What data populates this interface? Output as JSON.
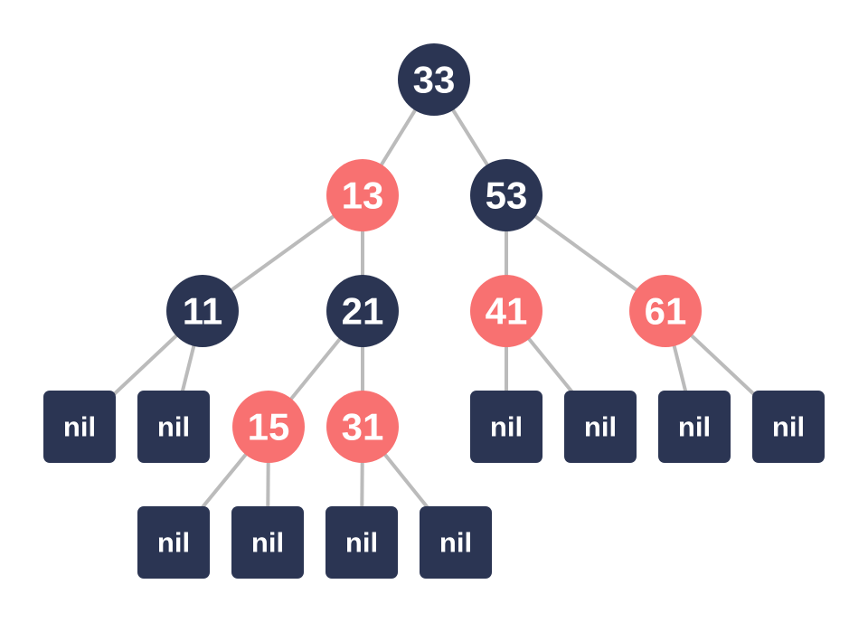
{
  "colors": {
    "black_node": "#2b3553",
    "red_node": "#f87171",
    "edge": "#bbbbbb",
    "text": "#ffffff"
  },
  "tree": {
    "nodes": [
      {
        "id": "n33",
        "label": "33",
        "color": "black",
        "parent": null
      },
      {
        "id": "n13",
        "label": "13",
        "color": "red",
        "parent": "n33"
      },
      {
        "id": "n53",
        "label": "53",
        "color": "black",
        "parent": "n33"
      },
      {
        "id": "n11",
        "label": "11",
        "color": "black",
        "parent": "n13"
      },
      {
        "id": "n21",
        "label": "21",
        "color": "black",
        "parent": "n13"
      },
      {
        "id": "n41",
        "label": "41",
        "color": "red",
        "parent": "n53"
      },
      {
        "id": "n61",
        "label": "61",
        "color": "red",
        "parent": "n53"
      },
      {
        "id": "n15",
        "label": "15",
        "color": "red",
        "parent": "n21"
      },
      {
        "id": "n31",
        "label": "31",
        "color": "red",
        "parent": "n21"
      }
    ],
    "leaves": [
      {
        "id": "l1",
        "label": "nil",
        "parent": "n11"
      },
      {
        "id": "l2",
        "label": "nil",
        "parent": "n11"
      },
      {
        "id": "l3",
        "label": "nil",
        "parent": "n15"
      },
      {
        "id": "l4",
        "label": "nil",
        "parent": "n15"
      },
      {
        "id": "l5",
        "label": "nil",
        "parent": "n31"
      },
      {
        "id": "l6",
        "label": "nil",
        "parent": "n31"
      },
      {
        "id": "l7",
        "label": "nil",
        "parent": "n41"
      },
      {
        "id": "l8",
        "label": "nil",
        "parent": "n41"
      },
      {
        "id": "l9",
        "label": "nil",
        "parent": "n61"
      },
      {
        "id": "l10",
        "label": "nil",
        "parent": "n61"
      }
    ]
  }
}
